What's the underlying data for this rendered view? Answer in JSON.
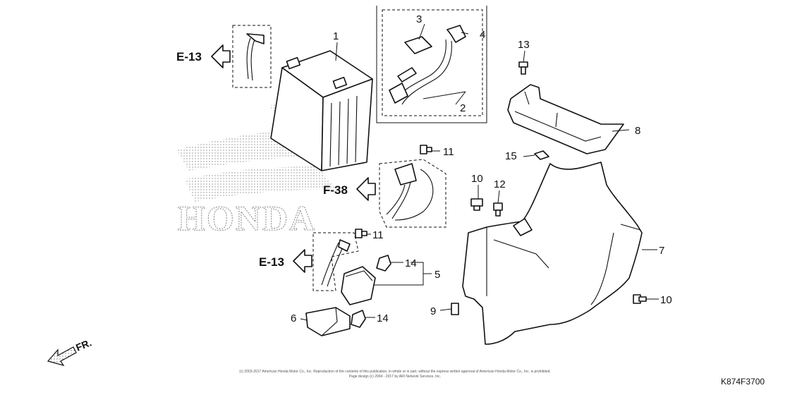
{
  "diagram": {
    "part_numbers": {
      "p1": "1",
      "p2": "2",
      "p3": "3",
      "p4": "4",
      "p5": "5",
      "p6": "6",
      "p7": "7",
      "p8": "8",
      "p9": "9",
      "p10a": "10",
      "p10b": "10",
      "p11a": "11",
      "p11b": "11",
      "p12": "12",
      "p13": "13",
      "p14a": "14",
      "p14b": "14",
      "p15": "15"
    },
    "references": {
      "e13_top": "E-13",
      "f38": "F-38",
      "e13_bottom": "E-13"
    },
    "direction_label": "FR.",
    "watermark": "HONDA",
    "copyright_line1": "(c) 2003-2017 American Honda Motor Co., Inc. Reproduction of the contents of this publication, in whole or in part, without the express written approval of American Honda Motor Co., Inc. is prohibited.",
    "copyright_line2": "Page design (c) 2004 - 2017 by ARI Network Services, Inc.",
    "diagram_code": "K874F3700"
  }
}
